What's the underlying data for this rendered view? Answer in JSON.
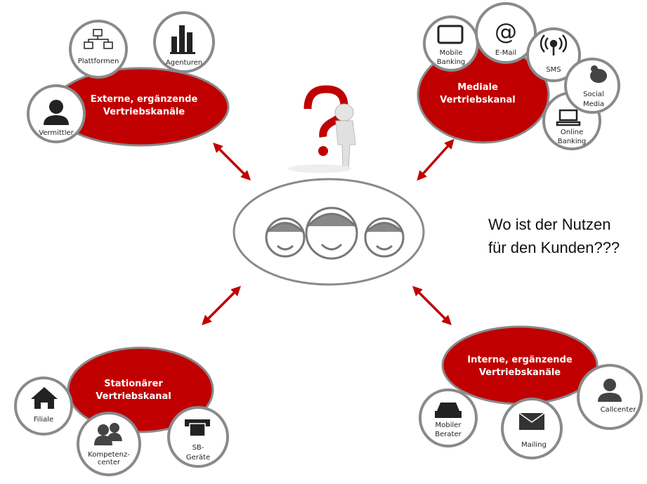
{
  "colors": {
    "accent": "#c00000",
    "border": "#8a8a8a",
    "arrow": "#c00000"
  },
  "center": {
    "icon": "smiley-faces-icon"
  },
  "question": {
    "line1": "Wo ist der Nutzen",
    "line2": "für den Kunden???"
  },
  "groups": {
    "extern": {
      "title1": "Externe, ergänzende",
      "title2": "Vertriebskanäle",
      "items": [
        "Plattformen",
        "Agenturen",
        "Vermittler"
      ]
    },
    "medial": {
      "title1": "Mediale",
      "title2": "Vertriebskanal",
      "items": [
        "Mobile",
        "Banking",
        "E-Mail",
        "SMS",
        "Social",
        "Media",
        "Online",
        "Banking"
      ]
    },
    "stationaer": {
      "title1": "Stationärer",
      "title2": "Vertriebskanal",
      "items": [
        "Filiale",
        "Kompetenz-",
        "center",
        "SB-",
        "Geräte"
      ]
    },
    "intern": {
      "title1": "Interne, ergänzende",
      "title2": "Vertriebskanäle",
      "items": [
        "Mobiler",
        "Berater",
        "Mailing",
        "Callcenter"
      ]
    }
  }
}
